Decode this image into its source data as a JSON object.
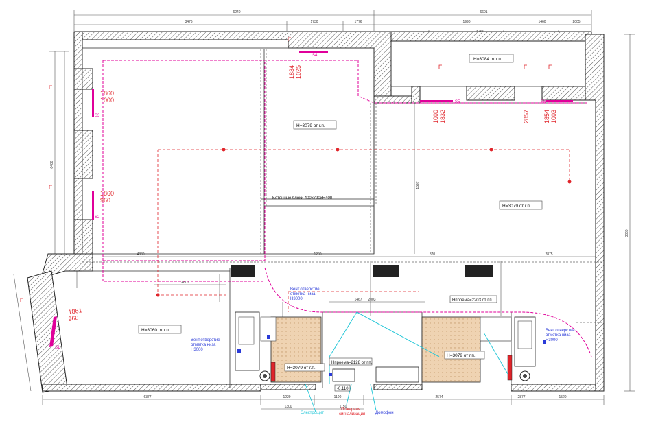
{
  "heights": {
    "room_large": "H=3079 от г.п.",
    "room_right": "H=3079 от г.п.",
    "room_top_right": "H=3084 от г.п.",
    "room_bottom_left": "H=3060 от г.п.",
    "wc_left": "H=3079 от г.п.",
    "wc_right": "H=3079 от г.п."
  },
  "notes": {
    "concrete_blocks": "Бетонные блоки 400x790xH400",
    "opening_1": "Hпроема=2128 от г.п.",
    "opening_2": "Hпроема=2203 от г.п.",
    "level_mark": "-0,110"
  },
  "vents": {
    "vent_1": [
      "Вент.отверстие",
      "отметка низа",
      "H3000"
    ],
    "vent_2": [
      "Вент.отверстие",
      "отметка низа",
      "H3000"
    ],
    "vent_3": [
      "Вент.отверстие",
      "отметка низа",
      "H3000"
    ]
  },
  "legend": {
    "electric": "Электрощит",
    "fire_alarm_1": "Пожарная",
    "fire_alarm_2": "сигнализация",
    "intercom": "Домофон"
  },
  "windows": {
    "w1": {
      "top": "1860",
      "bottom": "1000",
      "tag": "S3"
    },
    "w2": {
      "top": "1860",
      "bottom": "960",
      "tag": "S2"
    },
    "w3": {
      "top": "1861",
      "bottom": "960",
      "tag": "S1"
    },
    "w4": {
      "top": "1834",
      "bottom": "1025",
      "tag": "S4"
    },
    "w5": {
      "top": "1832",
      "bottom": "1000",
      "tag": "S5"
    },
    "w6": {
      "top": "1854",
      "bottom": "1003",
      "tag": "S6"
    },
    "w6_extra": "2857"
  },
  "dimensions": {
    "top_total_left": "6240",
    "top_total_right": "6601",
    "top_seg": [
      "3476",
      "1730",
      "1776",
      "5760",
      "1990",
      "1460",
      "2005"
    ],
    "bottom_seg": [
      "6377",
      "1229",
      "1100",
      "2574",
      "2877",
      "1520"
    ],
    "bottom_inner": [
      "1300",
      "1150"
    ],
    "left_total": "6400",
    "right_total": "3660",
    "inner_seg": [
      "4880",
      "1200",
      "2875",
      "1467",
      "2003",
      "870",
      "1597",
      "4607"
    ]
  },
  "colors": {
    "wall": "#3a3a3a",
    "magenta": "#e0009a",
    "red": "#e0242a",
    "blue": "#2a3ad8",
    "cyan": "#28c8d8",
    "hatch_wc": "#e9c9a3"
  }
}
